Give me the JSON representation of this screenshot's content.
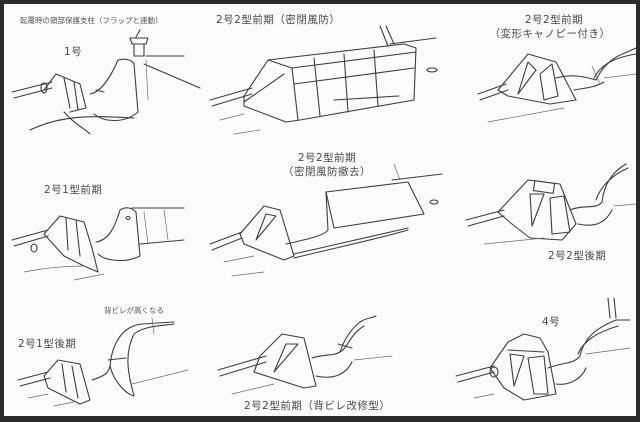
{
  "figure": {
    "description": "Canopy / cockpit variants line drawings",
    "panels": [
      {
        "id": "type1",
        "title": "1号",
        "note": "転覆時の頭部保護支柱（フラップと連動）"
      },
      {
        "id": "type2-2-early-closed",
        "title": "2号2型前期（密閉風防）"
      },
      {
        "id": "type2-2-early-modified",
        "title_line1": "2号2型前期",
        "title_line2": "（変形キャノピー付き）"
      },
      {
        "id": "type2-1-early",
        "title": "2号1型前期"
      },
      {
        "id": "type2-2-early-removed",
        "title_line1": "2号2型前期",
        "title_line2": "（密閉風防撤去）"
      },
      {
        "id": "type2-2-late",
        "title": "2号2型後期"
      },
      {
        "id": "type2-1-late",
        "title": "2号1型後期",
        "note": "背ビレが高くなる"
      },
      {
        "id": "type2-2-early-fin",
        "title": "2号2型前期（背ビレ改修型）"
      },
      {
        "id": "type4",
        "title": "4号"
      }
    ]
  },
  "colors": {
    "frame": "#2b2b2b",
    "paper": "#fbfbfa",
    "ink": "#3e3e3e"
  }
}
